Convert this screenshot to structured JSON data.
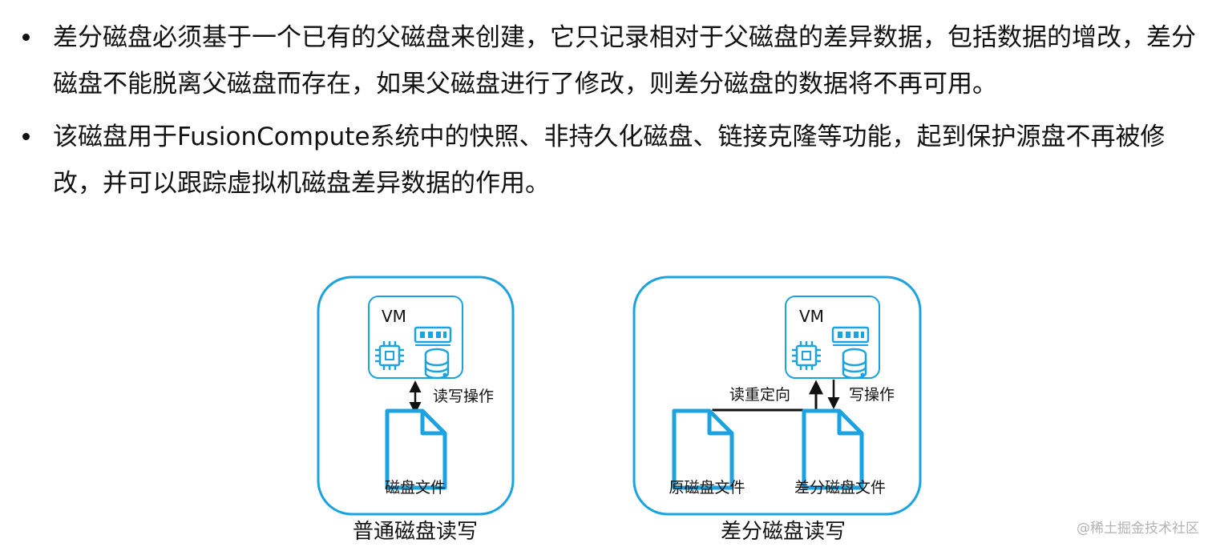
{
  "bullets": [
    {
      "text": "差分磁盘必须基于一个已有的父磁盘来创建，它只记录相对于父磁盘的差异数据，包括数据的增改，差分磁盘不能脱离父磁盘而存在，如果父磁盘进行了修改，则差分磁盘的数据将不再可用。"
    },
    {
      "text": "该磁盘用于FusionCompute系统中的快照、非持久化磁盘、链接克隆等功能，起到保护源盘不再被修改，并可以跟踪虚拟机磁盘差异数据的作用。"
    }
  ],
  "diagram_normal": {
    "vm_label": "VM",
    "arrow_label": "读写操作",
    "file_label": "磁盘文件",
    "caption": "普通磁盘读写"
  },
  "diagram_diff": {
    "vm_label": "VM",
    "redirect_label": "读重定向",
    "write_label": "写操作",
    "orig_file_label": "原磁盘文件",
    "diff_file_label": "差分磁盘文件",
    "caption": "差分磁盘读写"
  },
  "watermark": "@稀土掘金技术社区",
  "colors": {
    "accent": "#1aa3e0",
    "text": "#111111",
    "watermark": "#b3b3b3"
  }
}
